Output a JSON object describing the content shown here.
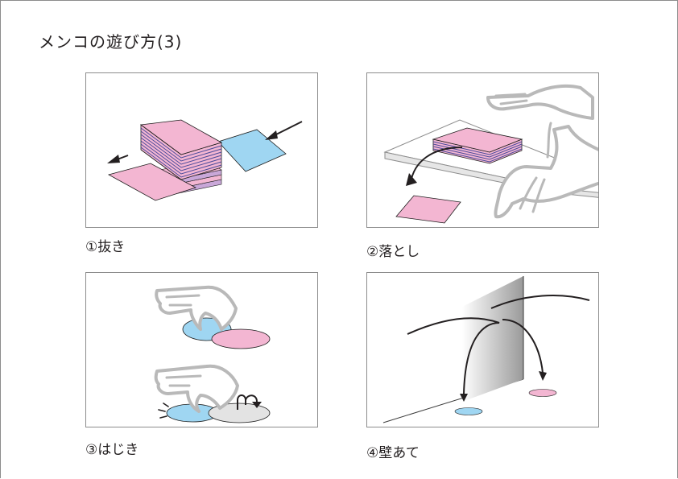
{
  "page": {
    "title": "メンコの遊び方(3)"
  },
  "panels": [
    {
      "caption": "①抜き"
    },
    {
      "caption": "②落とし"
    },
    {
      "caption": "③はじき"
    },
    {
      "caption": "④壁あて"
    }
  ],
  "colors": {
    "pink_card": "#f3b6d2",
    "blue_card": "#9fd6f2",
    "gray_card": "#e3e3e3",
    "frame": "#8c8c8c",
    "arrow": "#231f20"
  }
}
